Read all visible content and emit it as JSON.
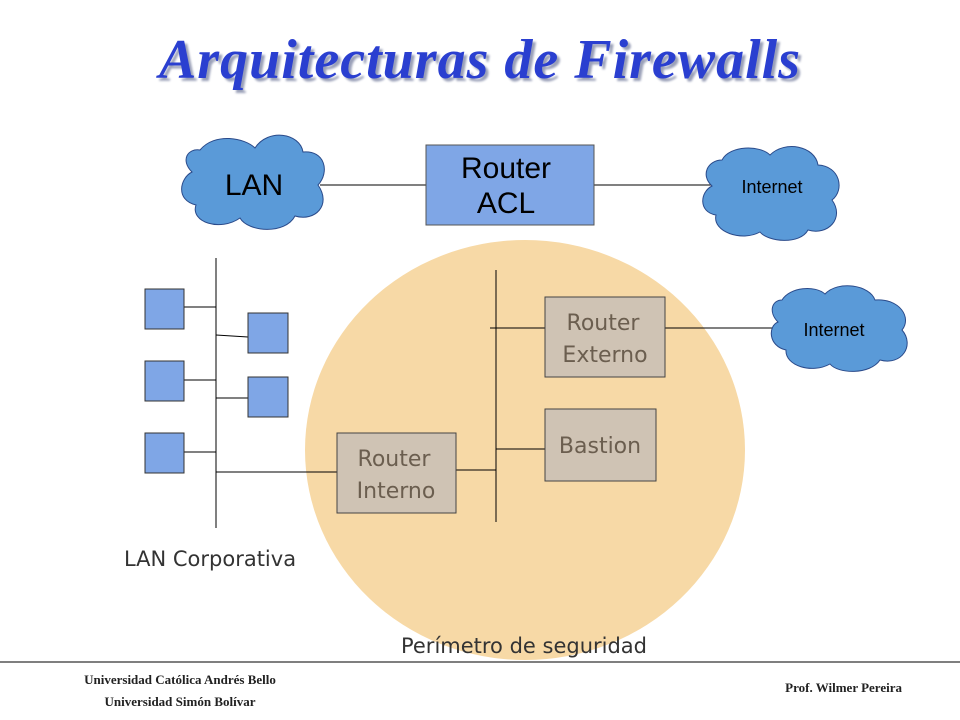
{
  "title": "Arquitecturas de Firewalls",
  "top_diagram": {
    "lan_label": "LAN",
    "router_line1": "Router",
    "router_line2": "ACL",
    "internet_label": "Internet"
  },
  "bottom_diagram": {
    "router_externo_line1": "Router",
    "router_externo_line2": "Externo",
    "bastion_label": "Bastion",
    "router_interno_line1": "Router",
    "router_interno_line2": "Interno",
    "internet_label": "Internet",
    "lan_corporativa_label": "LAN Corporativa",
    "perimetro_label": "Perímetro de seguridad"
  },
  "footer": {
    "university1": "Universidad Católica Andrés Bello",
    "university2": "Universidad Simón Bolívar",
    "professor": "Prof. Wilmer Pereira"
  },
  "colors": {
    "title": "#2a3fd0",
    "cloud_fill": "#5a9ad8",
    "router_acl_fill": "#7fa6e6",
    "host_fill": "#7fa6e6",
    "perimeter_fill": "#f7d9a6",
    "perimeter_box_fill": "#cfc3b4"
  }
}
